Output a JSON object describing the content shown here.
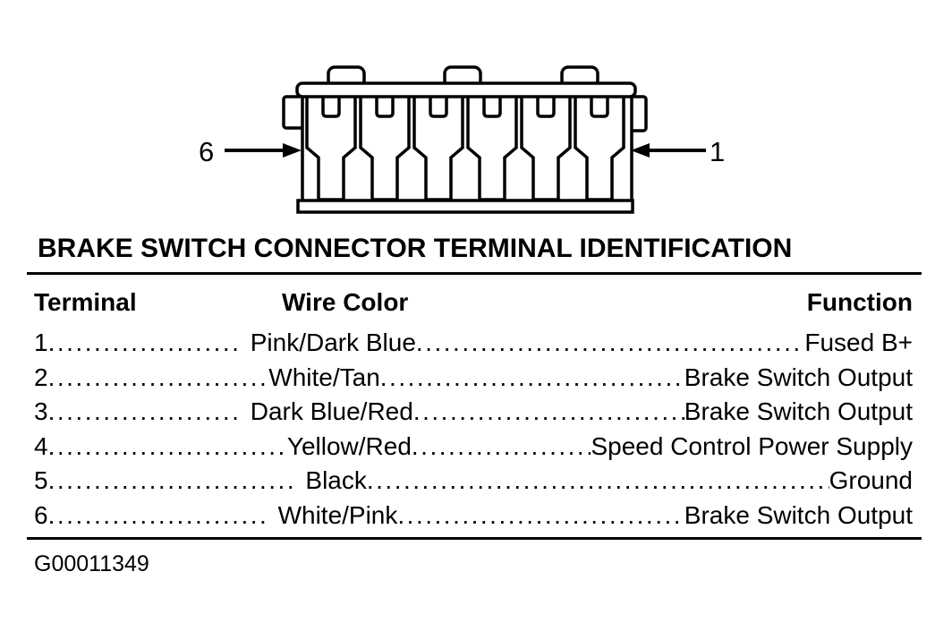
{
  "diagram": {
    "left_terminal_label": "6",
    "right_terminal_label": "1"
  },
  "title": "BRAKE SWITCH CONNECTOR TERMINAL IDENTIFICATION",
  "table": {
    "headers": {
      "terminal": "Terminal",
      "wire_color": "Wire Color",
      "function": "Function"
    },
    "leader_fill": "................................................................................................",
    "rows": [
      {
        "terminal": "1",
        "dots1": "..................... ",
        "wire_color": "Pink/Dark Blue",
        "function": "Fused B+"
      },
      {
        "terminal": "2",
        "dots1": "........................",
        "wire_color": "White/Tan",
        "function": "Brake Switch Output"
      },
      {
        "terminal": "3",
        "dots1": "..................... ",
        "wire_color": "Dark Blue/Red",
        "function": "Brake Switch Output"
      },
      {
        "terminal": "4",
        "dots1": "..........................",
        "wire_color": "Yellow/Red",
        "function": "Speed Control Power Supply"
      },
      {
        "terminal": "5",
        "dots1": "........................... ",
        "wire_color": "Black",
        "function": "Ground"
      },
      {
        "terminal": "6",
        "dots1": "........................ ",
        "wire_color": "White/Pink",
        "function": "Brake Switch Output"
      }
    ]
  },
  "figure_id": "G00011349",
  "colors": {
    "ink": "#000000",
    "paper": "#ffffff"
  }
}
